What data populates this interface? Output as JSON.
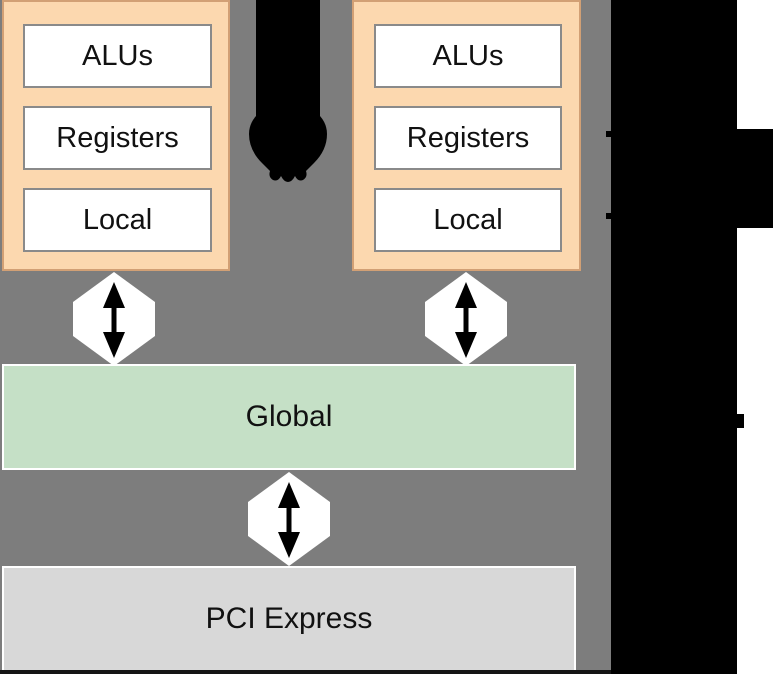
{
  "figure": {
    "description_title": "",
    "compute_units": [
      {
        "name": "compute-unit-1",
        "rows": [
          {
            "label": "ALUs"
          },
          {
            "label": "Registers"
          },
          {
            "label": "Local"
          }
        ]
      },
      {
        "name": "compute-unit-2",
        "rows": [
          {
            "label": "ALUs"
          },
          {
            "label": "Registers"
          },
          {
            "label": "Local"
          }
        ]
      }
    ],
    "memory_bars": [
      {
        "label": "Global"
      },
      {
        "label": "PCI Express"
      }
    ],
    "icons": [
      "continuation-down-arrow-icon",
      "double-arrow-connector-icon",
      "double-arrow-connector-icon",
      "double-arrow-connector-icon"
    ],
    "colors": {
      "background_gray": "#7d7d7d",
      "compute_unit_fill": "#fcd8af",
      "compute_unit_border": "#d2a075",
      "inner_box_fill": "#ffffff",
      "inner_box_border": "#8a8a8a",
      "global_bar_fill": "#c5e0c6",
      "pci_bar_fill": "#d8d8d8",
      "bar_border_white": "#ffffff",
      "arrow_black": "#000000",
      "redacted_black": "#000000",
      "page_white": "#ffffff"
    }
  }
}
